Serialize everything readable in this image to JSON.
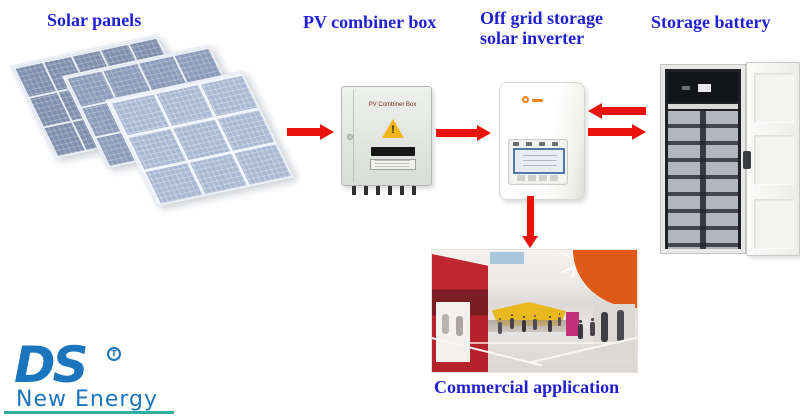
{
  "colors": {
    "label_blue": "#1f1fd3",
    "arrow_red": "#e81309",
    "logo_blue": "#1b75bc",
    "underline_teal": "#2aaf9f"
  },
  "stages": {
    "solar_panels": {
      "label": "Solar panels"
    },
    "combiner": {
      "label": "PV combiner box",
      "device_text": "PV Combiner Box",
      "warning_mark": "!"
    },
    "inverter": {
      "label_line1": "Off grid storage",
      "label_line2": "solar inverter"
    },
    "battery": {
      "label": "Storage battery"
    },
    "application": {
      "label": "Commercial application"
    }
  },
  "flow": [
    {
      "from": "solar-panels",
      "to": "pv-combiner-box",
      "direction": "right",
      "icon": "arrow-right-icon"
    },
    {
      "from": "pv-combiner-box",
      "to": "inverter",
      "direction": "right",
      "icon": "arrow-right-icon"
    },
    {
      "from": "battery",
      "to": "inverter",
      "direction": "left",
      "icon": "arrow-left-icon"
    },
    {
      "from": "inverter",
      "to": "battery",
      "direction": "right",
      "icon": "arrow-right-icon"
    },
    {
      "from": "inverter",
      "to": "commercial-application",
      "direction": "down",
      "icon": "arrow-down-icon"
    }
  ],
  "logo": {
    "text": "DS",
    "mark": "T",
    "subtitle": "New Energy"
  }
}
